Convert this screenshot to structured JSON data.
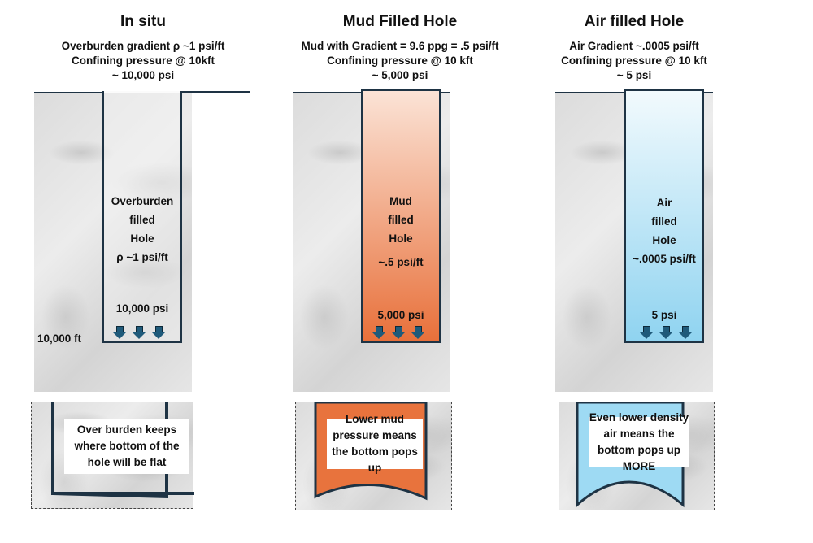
{
  "panels": [
    {
      "title": "In situ",
      "lines": [
        "Overburden gradient ρ ~1 psi/ft",
        "Confining pressure @ 10kft",
        "~ 10,000 psi"
      ],
      "hole_label": [
        "Overburden",
        "filled",
        "Hole",
        "ρ ~1 psi/ft"
      ],
      "bottom_pressure": "10,000 psi",
      "depth": "10,000 ft",
      "note": "Over burden keeps where bottom of the hole will be flat"
    },
    {
      "title": "Mud Filled Hole",
      "lines": [
        "Mud with Gradient = 9.6 ppg = .5 psi/ft",
        "Confining pressure @ 10 kft",
        "~ 5,000 psi"
      ],
      "hole_label": [
        "Mud",
        "filled",
        "Hole",
        "~.5 psi/ft"
      ],
      "bottom_pressure": "5,000 psi",
      "note": "Lower mud pressure means the bottom pops up"
    },
    {
      "title": "Air filled Hole",
      "lines": [
        "Air Gradient ~.0005 psi/ft",
        "Confining pressure @ 10 kft",
        "~ 5 psi"
      ],
      "hole_label": [
        "Air",
        "filled",
        "Hole",
        "~.0005 psi/ft"
      ],
      "bottom_pressure": "5 psi",
      "note": "Even lower density air means the bottom pops up MORE"
    }
  ],
  "colors": {
    "outline": "#1e3344",
    "mud_top": "#fbe3d6",
    "mud_bottom": "#e8703a",
    "air_top": "#f2fafd",
    "air_bottom": "#8fd3f0"
  }
}
